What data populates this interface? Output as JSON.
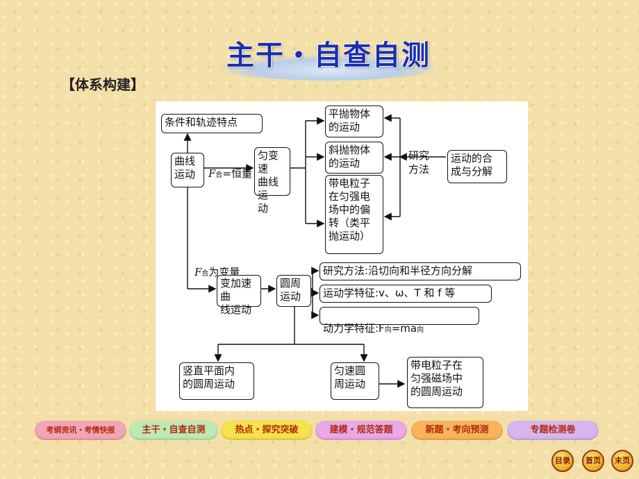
{
  "title": "主干・自查自测",
  "section_label": "【体系构建】",
  "diagram": {
    "curve_motion": "曲线\n运动",
    "conditions": "条件和轨迹特点",
    "f_const_prefix": "F",
    "f_const_sub": "合",
    "f_const_suffix": "=恒量",
    "uniform_variable": "匀变速\n曲线运\n动",
    "projectile": "平抛物体\n的运动",
    "oblique": "斜抛物体\n的运动",
    "charged_field": "带电粒子\n在匀强电\n场中的偏\n转（类平\n抛运动）",
    "research_method": "研究\n方法",
    "composition": "运动的合\n成与分解",
    "f_var_prefix": "F",
    "f_var_sub": "合",
    "f_var_suffix": "为变量",
    "variable_accel": "变加速曲\n线运动",
    "circular": "圆周\n运动",
    "circ_method": "研究方法:沿切向和半径方向分解",
    "kinematics": "运动学特征:v、ω、T 和 f 等",
    "dynamics_prefix": "动力学特征:F",
    "dynamics_sub1": "向",
    "dynamics_mid": "=ma",
    "dynamics_sub2": "向",
    "vertical": "竖直平面内\n的圆周运动",
    "uniform_circ": "匀速圆\n周运动",
    "magnetic": "带电粒子在\n匀强磁场中\n的圆周运动"
  },
  "nav": {
    "tabs": [
      {
        "label": "考纲资讯・考情快报",
        "color": "#f2a6b4"
      },
      {
        "label": "主干・自查自测",
        "color": "#bfe9b4"
      },
      {
        "label": "热点・探究突破",
        "color": "#f6e24a"
      },
      {
        "label": "建模・规范答题",
        "color": "#e9a8e8"
      },
      {
        "label": "新题・考向预测",
        "color": "#f8b45a"
      },
      {
        "label": "专题检测卷",
        "color": "#d6b6ef"
      }
    ],
    "page_buttons": [
      "目录",
      "首页",
      "末页"
    ]
  }
}
